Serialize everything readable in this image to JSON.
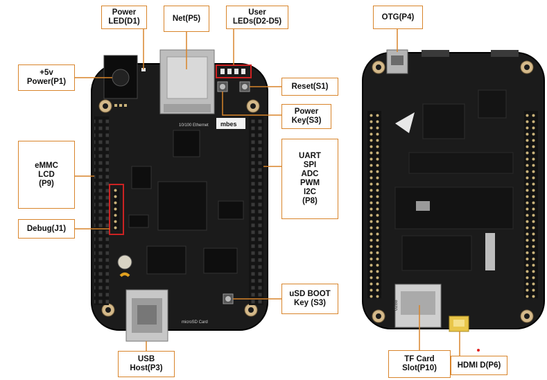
{
  "colors": {
    "accent_border": "#d8842a",
    "leader_line": "#d8842a",
    "highlight_box": "#cc2222",
    "pcb": "#1b1b1b",
    "silkscreen": "#cfcfcf"
  },
  "front_board": {
    "silk": {
      "ethernet": "10/100 Ethernet",
      "logo": "mbes",
      "microsd": "microSD Card"
    },
    "callouts": {
      "power_led": "Power\nLED(D1)",
      "net": "Net(P5)",
      "user_leds": "User\nLEDs(D2-D5)",
      "power_in": "+5v\nPower(P1)",
      "reset": "Reset(S1)",
      "power_key": "Power\nKey(S3)",
      "emmc_lcd": "eMMC\nLCD\n(P9)",
      "p8_interfaces": "UART\nSPI\nADC\nPWM\nI2C\n(P8)",
      "debug": "Debug(J1)",
      "usd_boot": "uSD BOOT\nKey (S3)",
      "usb_host": "USB\nHost(P3)"
    }
  },
  "back_board": {
    "silk": {
      "tf_mark": "0288"
    },
    "callouts": {
      "otg": "OTG(P4)",
      "tf_card": "TF Card\nSlot(P10)",
      "hdmi": "HDMI D(P6)"
    }
  }
}
